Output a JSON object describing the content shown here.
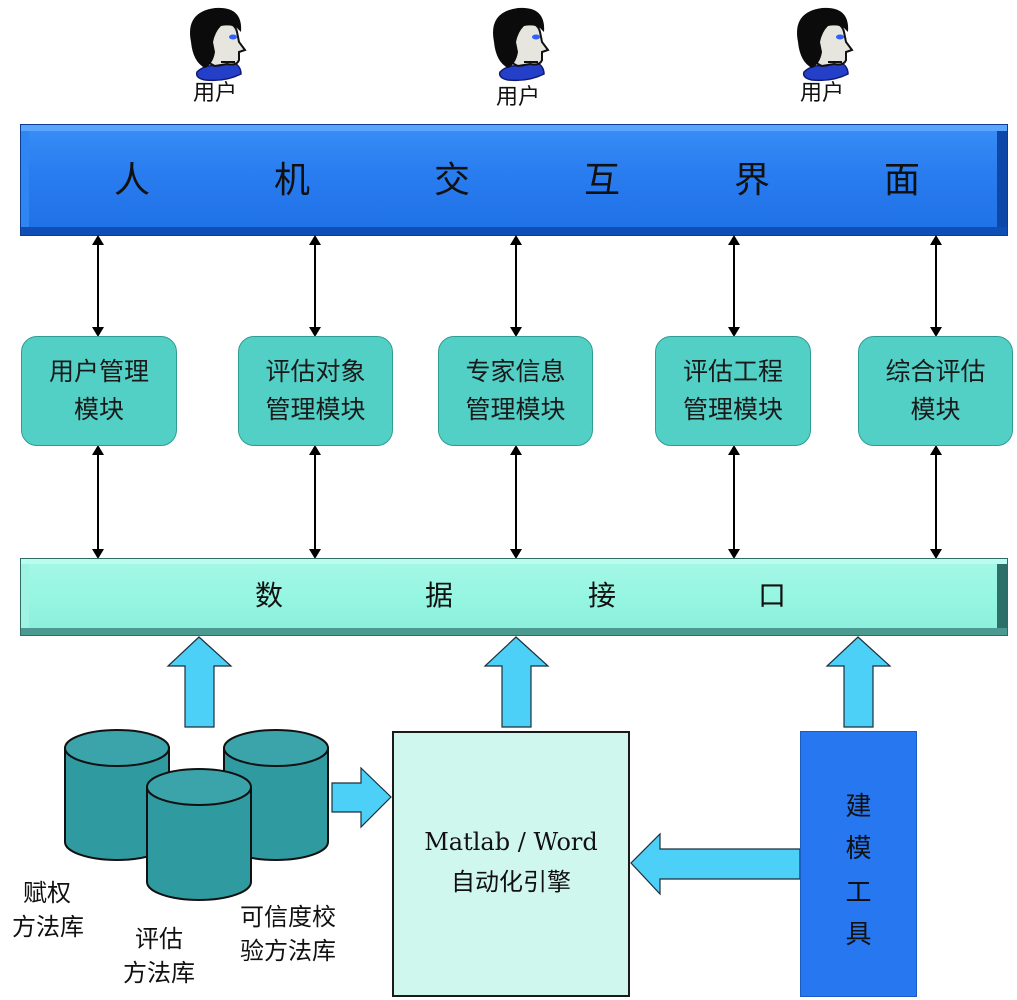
{
  "users": [
    {
      "label": "用户",
      "icon": "user-head-icon"
    },
    {
      "label": "用户",
      "icon": "user-head-icon"
    },
    {
      "label": "用户",
      "icon": "user-head-icon"
    }
  ],
  "hmi_bar": {
    "title": "人机交互界面",
    "chars": [
      "人",
      "机",
      "交",
      "互",
      "界",
      "面"
    ]
  },
  "modules": [
    {
      "line1": "用户管理",
      "line2": "模块"
    },
    {
      "line1": "评估对象",
      "line2": "管理模块"
    },
    {
      "line1": "专家信息",
      "line2": "管理模块"
    },
    {
      "line1": "评估工程",
      "line2": "管理模块"
    },
    {
      "line1": "综合评估",
      "line2": "模块"
    }
  ],
  "data_bar": {
    "title": "数据接口",
    "chars": [
      "数",
      "据",
      "接",
      "口"
    ]
  },
  "databases": [
    {
      "line1": "赋权",
      "line2": "方法库"
    },
    {
      "line1": "评估",
      "line2": "方法库"
    },
    {
      "line1": "可信度校",
      "line2": "验方法库"
    }
  ],
  "engine": {
    "line1": "Matlab / Word",
    "line2": "自动化引擎"
  },
  "modeling_tool": {
    "chars": [
      "建",
      "模",
      "工",
      "具"
    ]
  },
  "colors": {
    "hmi_bar": "#2a7ef0",
    "module_fill": "#52d0c6",
    "data_bar": "#95f6e2",
    "engine_fill": "#cff7ee",
    "tool_fill": "#2677f0",
    "block_arrow": "#4dd0f7",
    "database": "#2f9aa0"
  }
}
